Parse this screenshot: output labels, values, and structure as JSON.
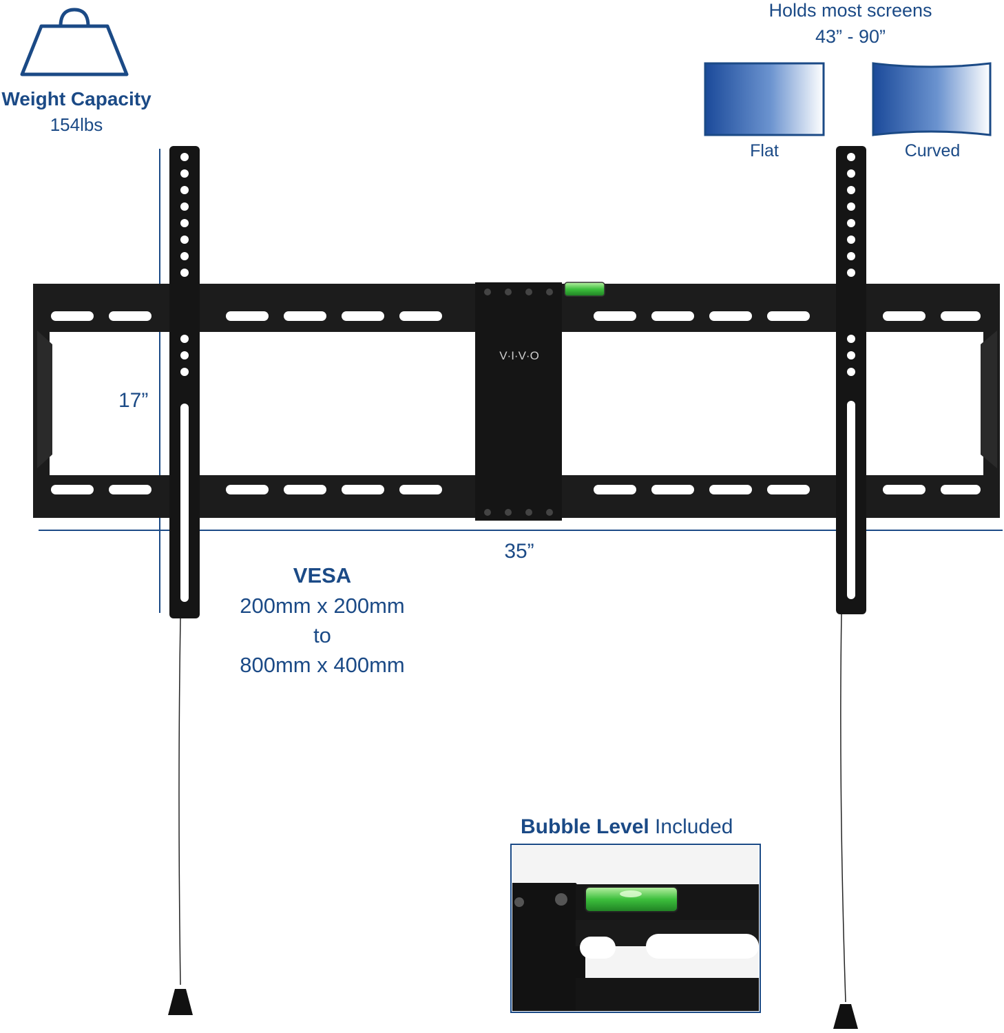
{
  "weight": {
    "label": "Weight Capacity",
    "value": "154lbs"
  },
  "screens": {
    "title": "Holds most screens",
    "range": "43” - 90”",
    "flat_label": "Flat",
    "curved_label": "Curved"
  },
  "dimensions": {
    "height": "17”",
    "width": "35”"
  },
  "vesa": {
    "title": "VESA",
    "line1": "200mm x 200mm",
    "line2": "to",
    "line3": "800mm x 400mm"
  },
  "brand": {
    "logo_text": "V·I·V·O"
  },
  "bubble_level": {
    "bold": "Bubble Level",
    "rest": " Included"
  },
  "colors": {
    "accent_blue": "#1b4a86",
    "metal": "#1c1c1c",
    "level_green": "#3bbf3b"
  }
}
